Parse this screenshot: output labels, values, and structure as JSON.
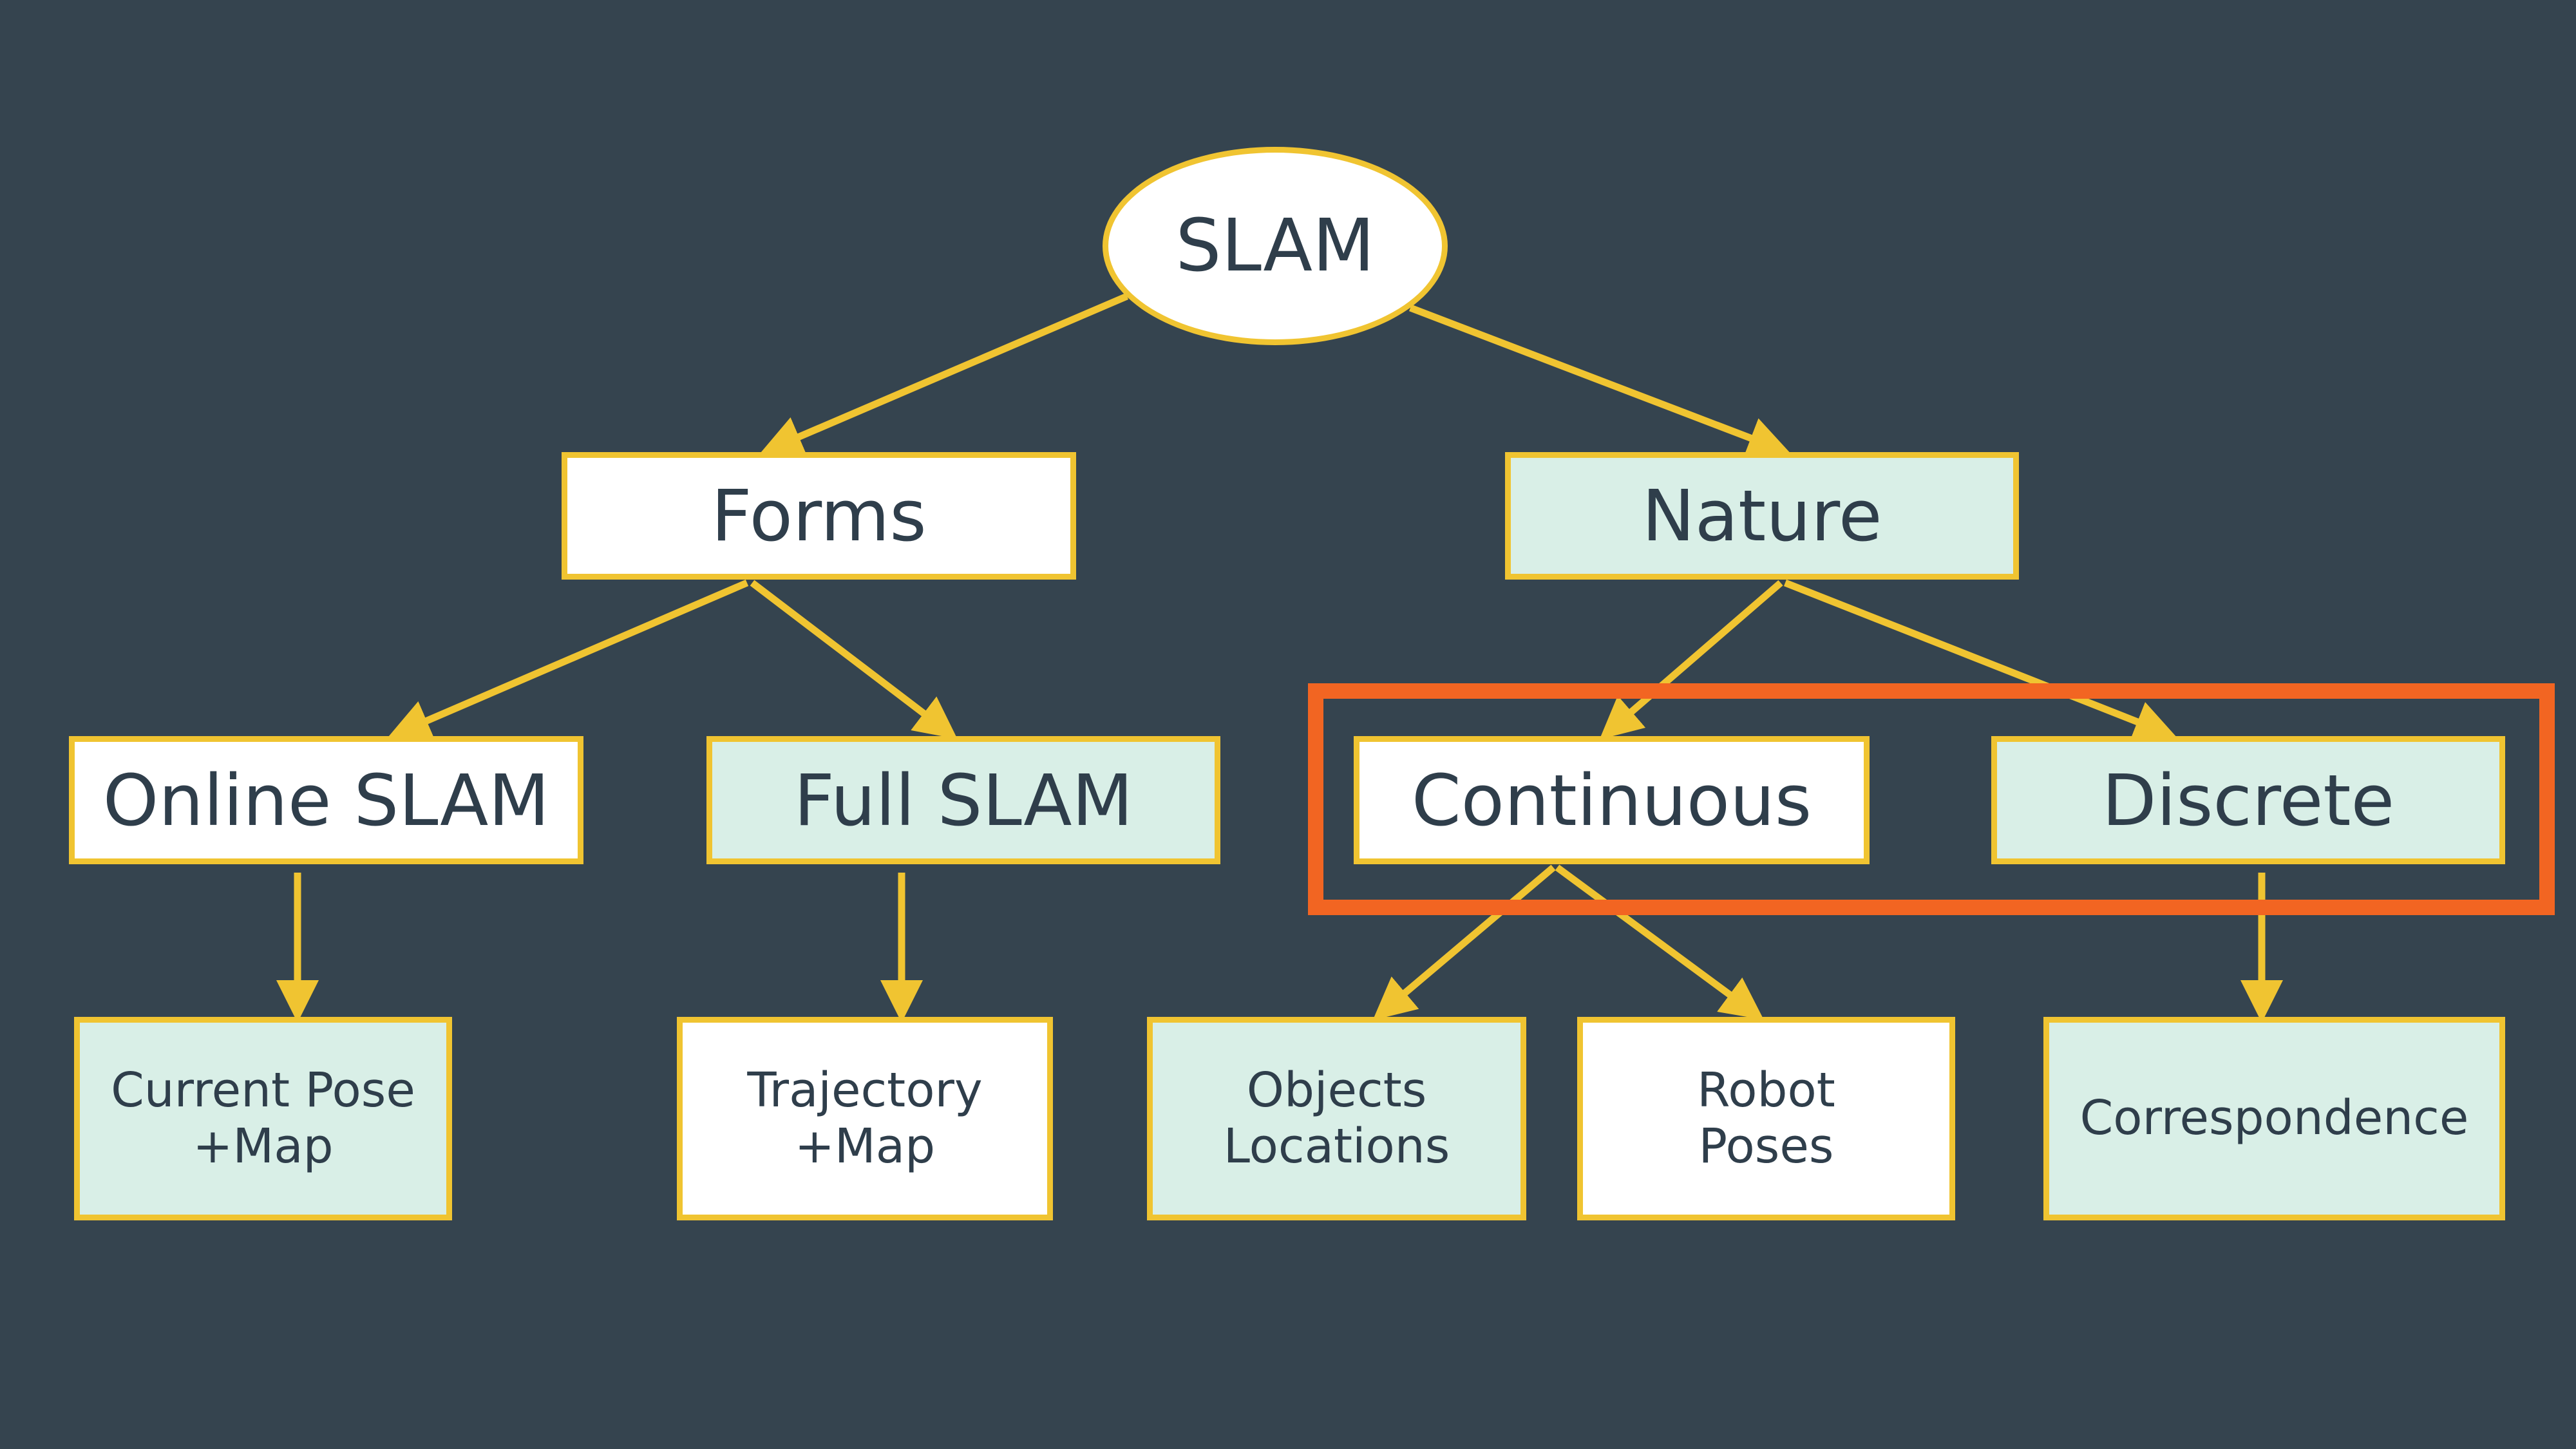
{
  "diagram": {
    "title": "SLAM",
    "colors": {
      "background": "#35444f",
      "edge": "#f0c431",
      "node_border": "#f0c431",
      "node_white": "#ffffff",
      "node_mint": "#d9efe7",
      "text": "#2f3e4b",
      "highlight": "#f26522"
    },
    "nodes": {
      "slam": {
        "label": "SLAM",
        "shape": "ellipse",
        "fill": "white"
      },
      "forms": {
        "label": "Forms",
        "shape": "rect",
        "fill": "white"
      },
      "nature": {
        "label": "Nature",
        "shape": "rect",
        "fill": "mint"
      },
      "online_slam": {
        "label": "Online SLAM",
        "shape": "rect",
        "fill": "white"
      },
      "full_slam": {
        "label": "Full SLAM",
        "shape": "rect",
        "fill": "mint"
      },
      "continuous": {
        "label": "Continuous",
        "shape": "rect",
        "fill": "white"
      },
      "discrete": {
        "label": "Discrete",
        "shape": "rect",
        "fill": "mint"
      },
      "current_pose_map": {
        "label": "Current Pose\n+Map",
        "shape": "rect",
        "fill": "mint"
      },
      "trajectory_map": {
        "label": "Trajectory\n+Map",
        "shape": "rect",
        "fill": "white"
      },
      "objects_locations": {
        "label": "Objects\nLocations",
        "shape": "rect",
        "fill": "mint"
      },
      "robot_poses": {
        "label": "Robot\nPoses",
        "shape": "rect",
        "fill": "white"
      },
      "correspondence": {
        "label": "Correspondence",
        "shape": "rect",
        "fill": "mint"
      }
    },
    "edges": [
      {
        "from": "slam",
        "to": "forms"
      },
      {
        "from": "slam",
        "to": "nature"
      },
      {
        "from": "forms",
        "to": "online_slam"
      },
      {
        "from": "forms",
        "to": "full_slam"
      },
      {
        "from": "nature",
        "to": "continuous"
      },
      {
        "from": "nature",
        "to": "discrete"
      },
      {
        "from": "online_slam",
        "to": "current_pose_map"
      },
      {
        "from": "full_slam",
        "to": "trajectory_map"
      },
      {
        "from": "continuous",
        "to": "objects_locations"
      },
      {
        "from": "continuous",
        "to": "robot_poses"
      },
      {
        "from": "discrete",
        "to": "correspondence"
      }
    ],
    "highlighted_group": [
      "continuous",
      "discrete"
    ]
  }
}
